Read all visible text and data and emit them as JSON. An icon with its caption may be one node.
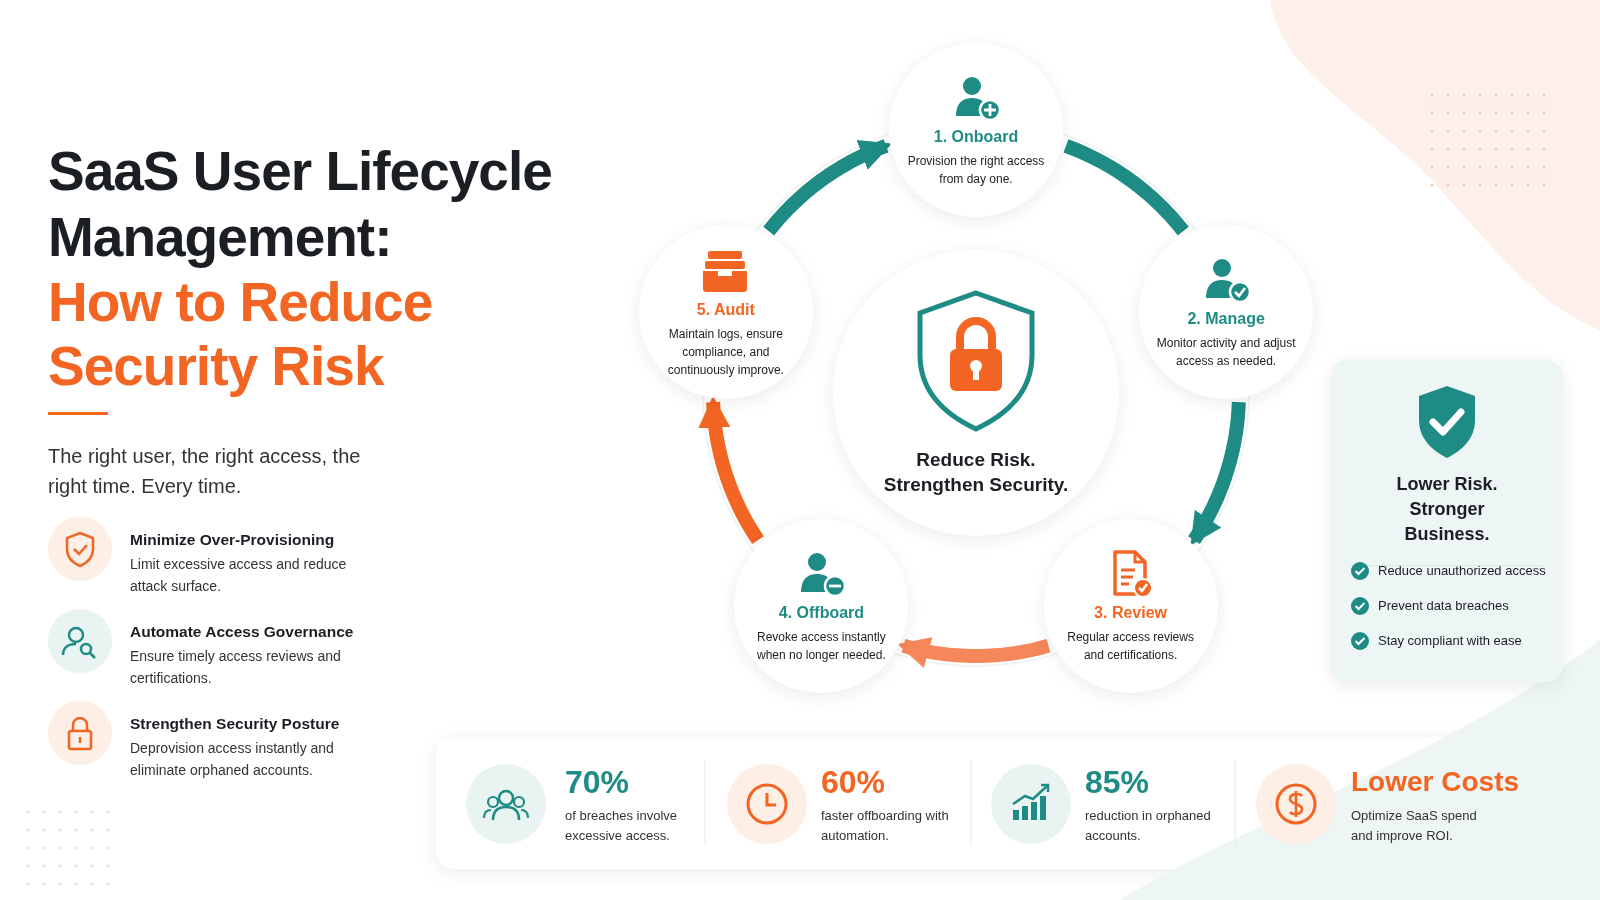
{
  "diagram": {
    "title": "SaaS User Lifecycle Management:",
    "nodes": [
      {
        "text": [
          "Reduce Risk. Strengthen Security."
        ]
      },
      {
        "text": [
          "1. Onboard",
          "Provision the right access from day one."
        ]
      },
      {
        "text": [
          "2. Manage",
          "Monitor activity and adjust access as needed."
        ]
      },
      {
        "text": [
          "3. Review",
          "Regular access reviews and certifications."
        ]
      },
      {
        "text": [
          "4. Offboard",
          "Revoke access instantly when no longer needed."
        ]
      },
      {
        "text": [
          "5. Audit",
          "Maintain logs, ensure compliance, and continuously improve."
        ]
      },
      {
        "text": [
          "Lower Risk. Stronger Business."
        ]
      }
    ],
    "edges": [
      {
        "from": 1,
        "to": 2,
        "arrow": "none"
      },
      {
        "from": 2,
        "to": 3,
        "arrow": "to"
      },
      {
        "from": 3,
        "to": 4,
        "arrow": "to",
        "color": "#f5875a"
      },
      {
        "from": 4,
        "to": 5,
        "arrow": "to",
        "color": "#f26522"
      },
      {
        "from": 5,
        "to": 1,
        "arrow": "to"
      }
    ],
    "labels": [
      "How to Reduce Security Risk",
      "The right user, the right access, the right time. Every time.",
      "Minimize Over-Provisioning",
      "Limit excessive access and reduce attack surface.",
      "Automate Access Governance",
      "Ensure timely access reviews and certifications.",
      "Strengthen Security Posture",
      "Deprovision access instantly and eliminate orphaned accounts.",
      "Reduce unauthorized access",
      "Prevent data breaches",
      "Stay compliant with ease",
      "70%",
      "of breaches involve excessive access.",
      "60%",
      "faster offboarding with automation.",
      "85%",
      "reduction in orphaned accounts.",
      "Lower Costs",
      "Optimize SaaS spend and improve ROI."
    ]
  }
}
